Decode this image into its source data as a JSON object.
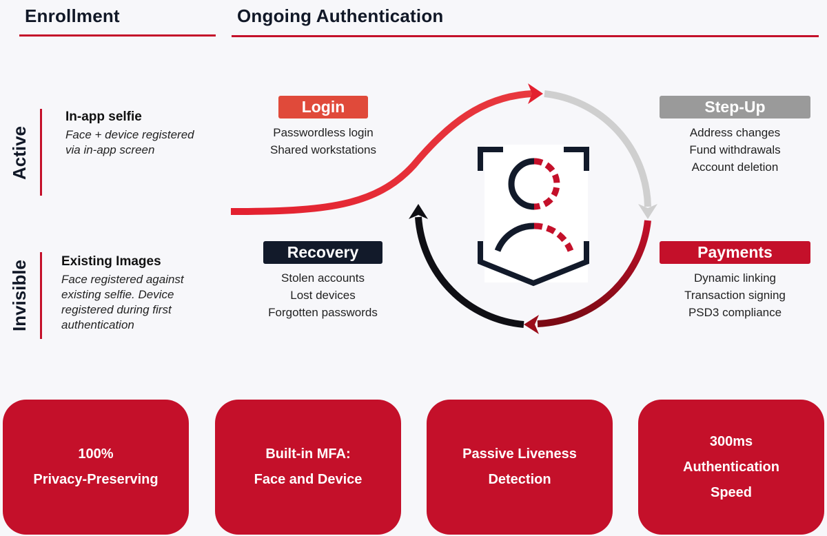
{
  "headers": {
    "enrollment": "Enrollment",
    "ongoing": "Ongoing Authentication"
  },
  "rows": {
    "active": {
      "label": "Active",
      "title": "In-app selfie",
      "desc": [
        "Face + device registered",
        "via in-app screen"
      ]
    },
    "invisible": {
      "label": "Invisible",
      "title": "Existing Images",
      "desc": [
        "Face registered against",
        "existing selfie. Device",
        "registered during first",
        "authentication"
      ]
    }
  },
  "stages": {
    "login": {
      "label": "Login",
      "items": [
        "Passwordless login",
        "Shared workstations"
      ]
    },
    "stepup": {
      "label": "Step-Up",
      "items": [
        "Address changes",
        "Fund withdrawals",
        "Account deletion"
      ]
    },
    "recovery": {
      "label": "Recovery",
      "items": [
        "Stolen accounts",
        "Lost devices",
        "Forgotten passwords"
      ]
    },
    "payments": {
      "label": "Payments",
      "items": [
        "Dynamic linking",
        "Transaction signing",
        "PSD3 compliance"
      ]
    }
  },
  "cards": [
    {
      "lines": [
        "100%",
        "Privacy-Preserving"
      ]
    },
    {
      "lines": [
        "Built-in MFA:",
        "Face and Device"
      ]
    },
    {
      "lines": [
        "Passive Liveness",
        "Detection"
      ]
    },
    {
      "lines": [
        "300ms",
        "Authentication",
        "Speed"
      ]
    }
  ],
  "colors": {
    "accent": "#c4102a",
    "navy": "#121a2a",
    "gray": "#9a9a9a",
    "login": "#e04a3a"
  },
  "icons": {
    "center_logo": "face-scan-icon"
  }
}
